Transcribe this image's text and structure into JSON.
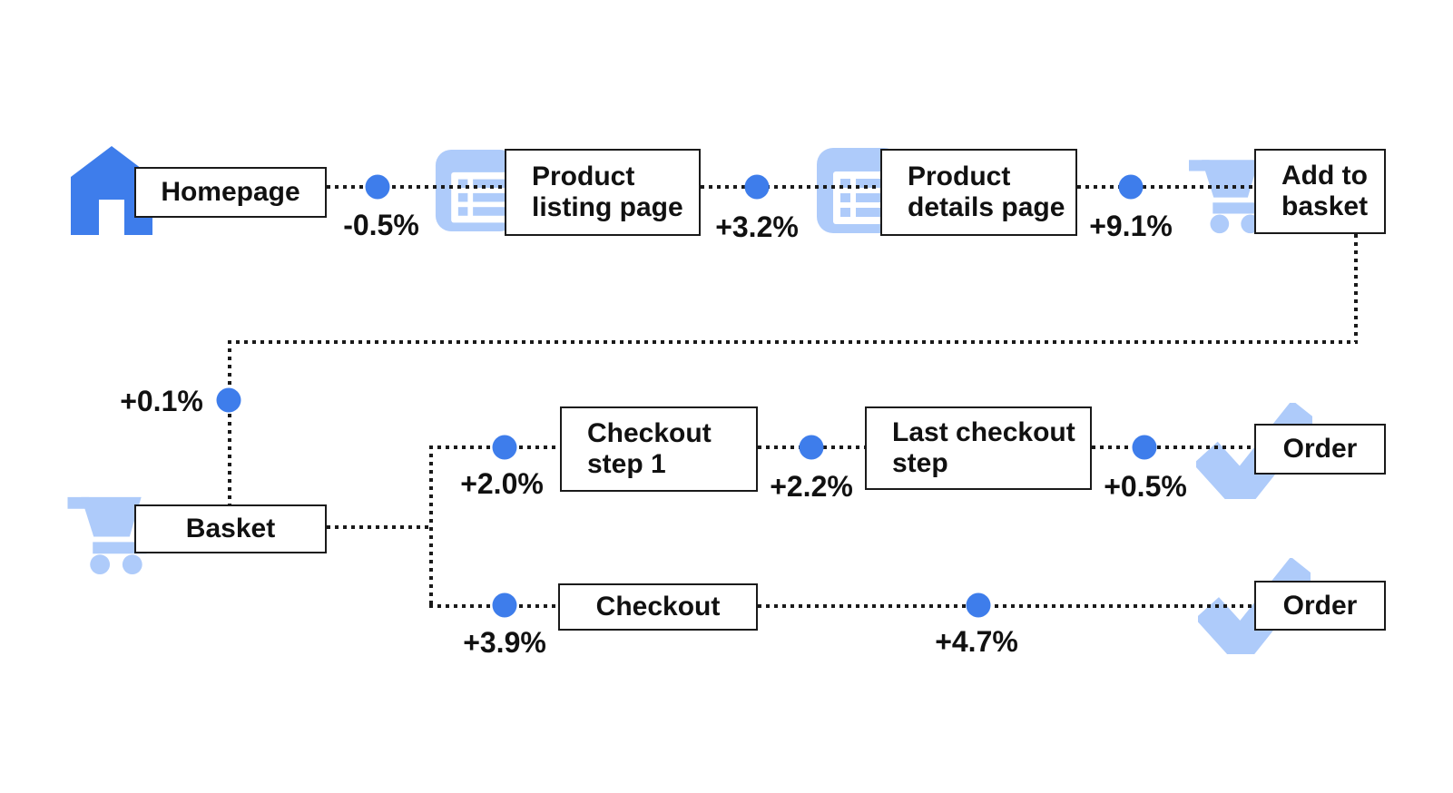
{
  "colors": {
    "accent_blue": "#3E7DEB",
    "light_blue": "#AECBFA",
    "line_black": "#1A1A1A",
    "box_white": "#FFFFFF"
  },
  "diagram": {
    "type": "flow",
    "nodes": [
      {
        "id": "homepage",
        "label": "Homepage",
        "lines": [
          "Homepage"
        ],
        "icon": "home-icon"
      },
      {
        "id": "product-listing-page",
        "label": "Product listing page",
        "lines": [
          "Product",
          "listing page"
        ],
        "icon": "list-page-icon"
      },
      {
        "id": "product-details-page",
        "label": "Product details page",
        "lines": [
          "Product",
          "details page"
        ],
        "icon": "list-page-icon"
      },
      {
        "id": "add-to-basket",
        "label": "Add to basket",
        "lines": [
          "Add to",
          "basket"
        ],
        "icon": "cart-icon"
      },
      {
        "id": "basket",
        "label": "Basket",
        "lines": [
          "Basket"
        ],
        "icon": "cart-icon"
      },
      {
        "id": "checkout-step-1",
        "label": "Checkout step 1",
        "lines": [
          "Checkout",
          "step 1"
        ],
        "icon": ""
      },
      {
        "id": "last-checkout-step",
        "label": "Last checkout step",
        "lines": [
          "Last checkout",
          "step"
        ],
        "icon": ""
      },
      {
        "id": "order-top",
        "label": "Order",
        "lines": [
          "Order"
        ],
        "icon": "check-icon"
      },
      {
        "id": "checkout",
        "label": "Checkout",
        "lines": [
          "Checkout"
        ],
        "icon": ""
      },
      {
        "id": "order-bottom",
        "label": "Order",
        "lines": [
          "Order"
        ],
        "icon": "check-icon"
      }
    ],
    "edges": [
      {
        "from": "Homepage",
        "to": "Product listing page",
        "delta": "-0.5%"
      },
      {
        "from": "Product listing page",
        "to": "Product details page",
        "delta": "+3.2%"
      },
      {
        "from": "Product details page",
        "to": "Add to basket",
        "delta": "+9.1%"
      },
      {
        "from": "Add to basket",
        "to": "Basket",
        "delta": "+0.1%"
      },
      {
        "from": "Basket",
        "to": "Checkout step 1",
        "delta": "+2.0%"
      },
      {
        "from": "Checkout step 1",
        "to": "Last checkout step",
        "delta": "+2.2%"
      },
      {
        "from": "Last checkout step",
        "to": "Order",
        "delta": "+0.5%"
      },
      {
        "from": "Basket",
        "to": "Checkout",
        "delta": "+3.9%"
      },
      {
        "from": "Checkout",
        "to": "Order",
        "delta": "+4.7%"
      }
    ]
  }
}
